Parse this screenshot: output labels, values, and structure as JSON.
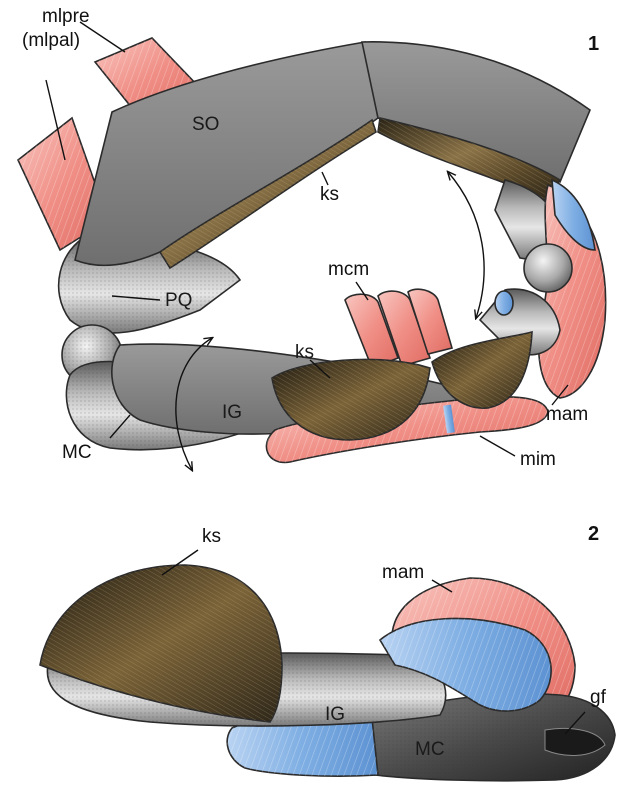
{
  "panels": [
    {
      "number": "1",
      "labels": {
        "mlpre": "mlpre",
        "mlpal": "(mlpal)",
        "SO": "SO",
        "ks_upper": "ks",
        "mcm": "mcm",
        "PQ": "PQ",
        "ks_lower": "ks",
        "IG": "IG",
        "MC": "MC",
        "mam": "mam",
        "mim": "mim"
      }
    },
    {
      "number": "2",
      "labels": {
        "ks": "ks",
        "mam": "mam",
        "IG": "IG",
        "MC": "MC",
        "gf": "gf"
      }
    }
  ],
  "colors": {
    "cartilage": "#8c8c8c",
    "cartilage_light": "#d9d9d9",
    "keratin": "#6b5632",
    "muscle": "#f2a09a",
    "tendon": "#8fb7e6",
    "dark_cartilage": "#4a4a4a"
  }
}
